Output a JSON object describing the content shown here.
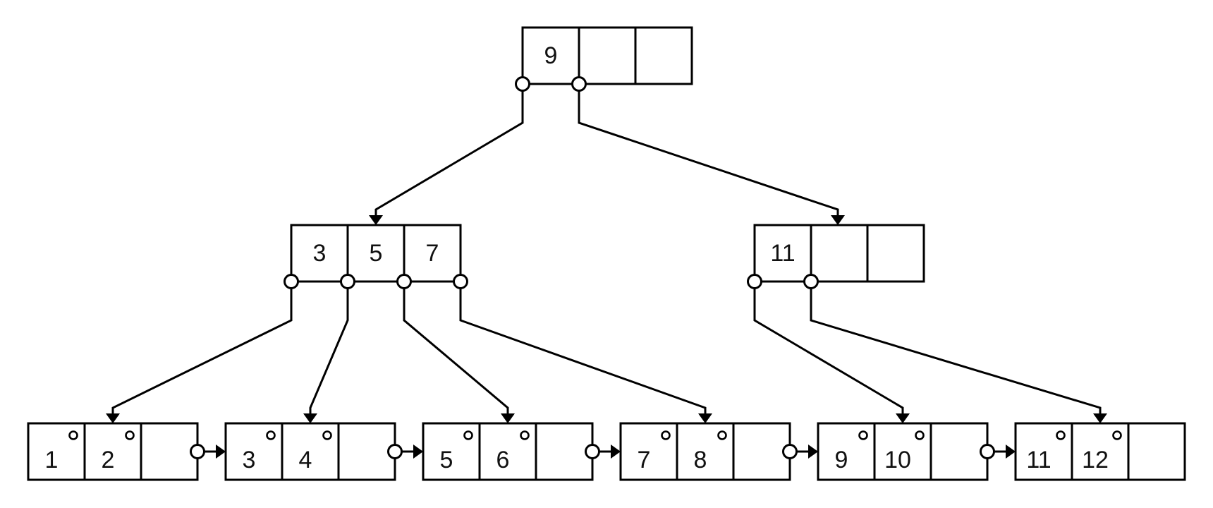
{
  "tree": {
    "root": {
      "keys": [
        "9",
        "",
        ""
      ],
      "children": [
        "internal-left",
        "internal-right"
      ]
    },
    "internal_nodes": [
      {
        "id": "internal-left",
        "keys": [
          "3",
          "5",
          "7"
        ],
        "children": [
          "leaf-1",
          "leaf-2",
          "leaf-3",
          "leaf-4"
        ]
      },
      {
        "id": "internal-right",
        "keys": [
          "11",
          "",
          ""
        ],
        "children": [
          "leaf-5",
          "leaf-6"
        ]
      }
    ],
    "leaves": [
      {
        "id": "leaf-1",
        "keys": [
          "1",
          "2",
          ""
        ]
      },
      {
        "id": "leaf-2",
        "keys": [
          "3",
          "4",
          ""
        ]
      },
      {
        "id": "leaf-3",
        "keys": [
          "5",
          "6",
          ""
        ]
      },
      {
        "id": "leaf-4",
        "keys": [
          "7",
          "8",
          ""
        ]
      },
      {
        "id": "leaf-5",
        "keys": [
          "9",
          "10",
          ""
        ]
      },
      {
        "id": "leaf-6",
        "keys": [
          "11",
          "12",
          ""
        ]
      }
    ]
  },
  "colors": {
    "line": "#000000",
    "fill": "#ffffff",
    "text": "#111111"
  }
}
